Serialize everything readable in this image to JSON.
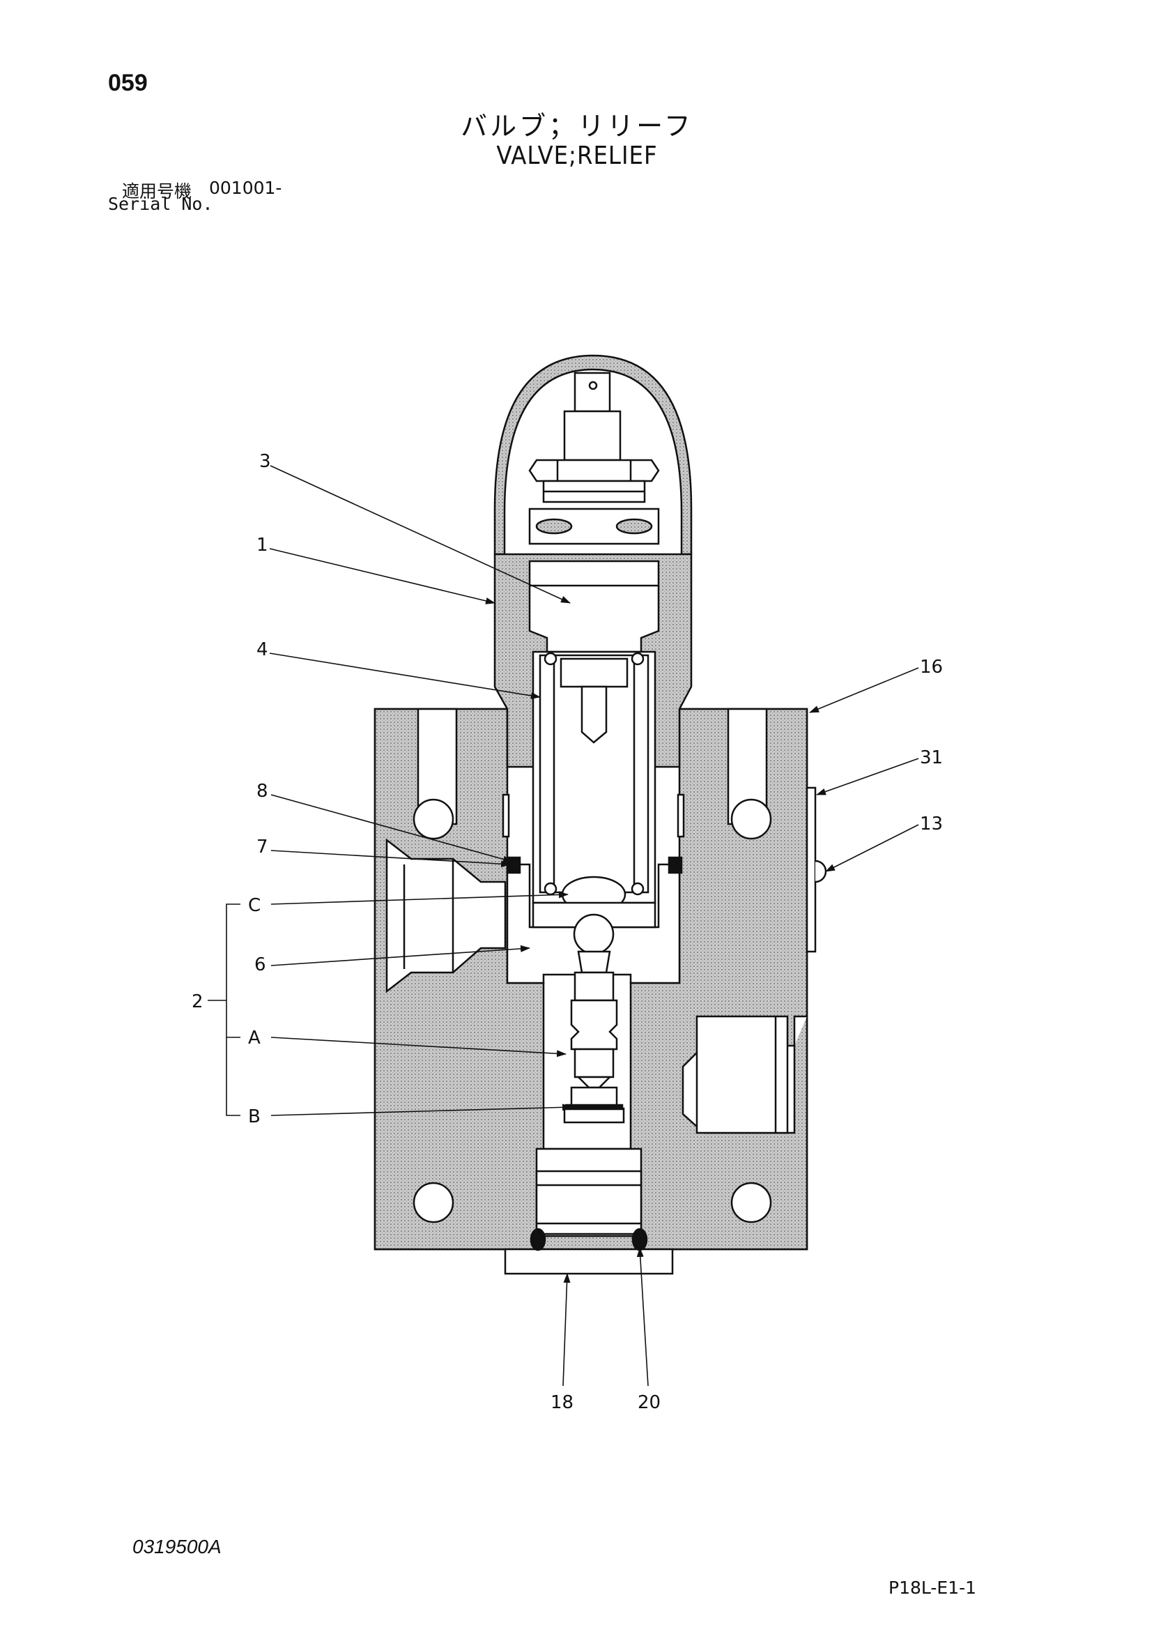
{
  "header": {
    "page_number": "059",
    "title_jp": "バルブ；リリーフ",
    "title_en": "VALVE;RELIEF",
    "serial_label_jp": "適用号機",
    "serial_range": "001001-",
    "serial_label_en": "Serial No."
  },
  "callouts": {
    "c3": "3",
    "c1": "1",
    "c4": "4",
    "c8": "8",
    "c7": "7",
    "cC": "C",
    "c6": "6",
    "c2": "2",
    "cA": "A",
    "cB": "B",
    "c16": "16",
    "c31": "31",
    "c13": "13",
    "c18": "18",
    "c20": "20"
  },
  "footer": {
    "drawing_code": "0319500A",
    "sheet_id": "P18L-E1-1"
  },
  "colors": {
    "line": "#111111",
    "hatch": "#b8b8b8",
    "paper": "#ffffff"
  }
}
